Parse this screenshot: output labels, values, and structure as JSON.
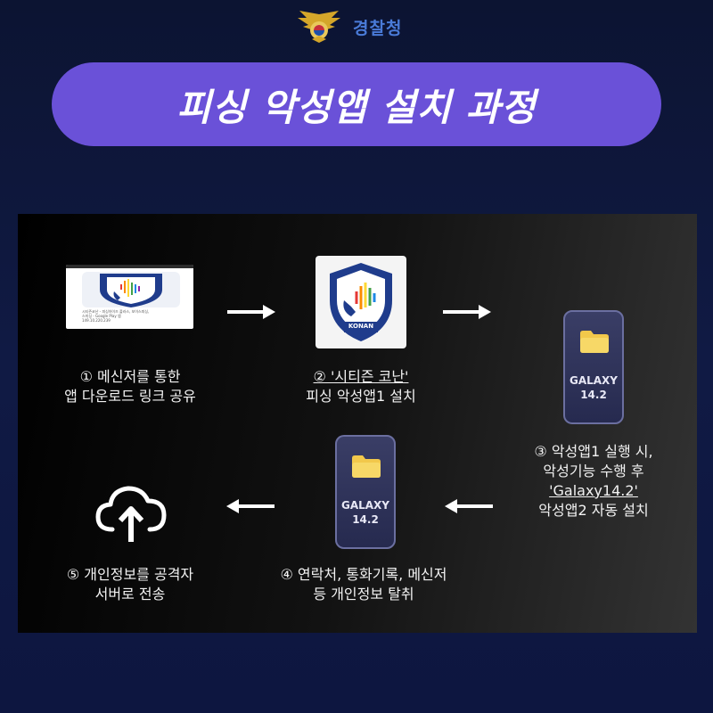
{
  "header": {
    "agency": "경찰청",
    "title": "피싱 악성앱 설치 과정"
  },
  "steps": [
    {
      "line1": "① 메신저를 통한",
      "line2": "앱 다운로드 링크 공유",
      "shot_text1": "시티즌코난 - 피싱아이즈 플러스, 보이스피싱,",
      "shot_text2": "스미싱 - Google Play 앱",
      "shot_text3": "149.10.220.239"
    },
    {
      "line1": "② '시티즌 코난'",
      "line2": "피싱 악성앱1 설치",
      "app_text": "KONAN"
    },
    {
      "line1": "③ 악성앱1 실행 시,",
      "line2": "악성기능 수행 후",
      "line3": "'Galaxy14.2'",
      "line4": "악성앱2 자동 설치"
    },
    {
      "line1": "④ 연락처, 통화기록, 메신저",
      "line2": "등 개인정보 탈취"
    },
    {
      "line1": "⑤ 개인정보를 공격자",
      "line2": "서버로 전송"
    }
  ],
  "phone": {
    "line1": "GALAXY",
    "line2": "14.2"
  },
  "icons": [
    "police-emblem-icon",
    "shield-phone-icon",
    "folder-icon",
    "cloud-upload-icon",
    "arrow-right-icon",
    "arrow-left-icon"
  ],
  "colors": {
    "background": "#0c1432",
    "pill": "#6a51d8",
    "brand_text": "#4a7bd8",
    "phone": "#2f3360"
  }
}
